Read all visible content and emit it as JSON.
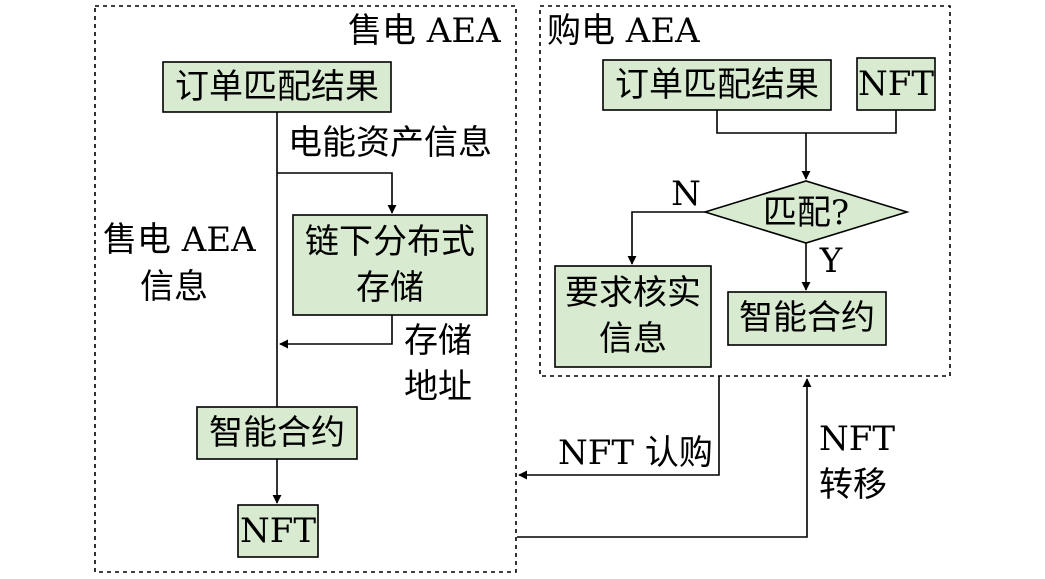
{
  "seller_panel": {
    "title": "售电 AEA",
    "order_result": "订单匹配结果",
    "energy_asset_info": "电能资产信息",
    "seller_info_line1": "售电 AEA",
    "seller_info_line2": "信息",
    "offchain_line1": "链下分布式",
    "offchain_line2": "存储",
    "storage_addr_line1": "存储",
    "storage_addr_line2": "地址",
    "smart_contract": "智能合约",
    "nft": "NFT"
  },
  "buyer_panel": {
    "title": "购电 AEA",
    "order_result": "订单匹配结果",
    "nft": "NFT",
    "match_question": "匹配?",
    "no_label": "N",
    "yes_label": "Y",
    "verify_line1": "要求核实",
    "verify_line2": "信息",
    "smart_contract": "智能合约"
  },
  "flows": {
    "nft_subscribe": "NFT 认购",
    "nft_transfer_line1": "NFT",
    "nft_transfer_line2": "转移"
  },
  "colors": {
    "box_fill": "#d8ead0",
    "stroke": "#000000"
  }
}
